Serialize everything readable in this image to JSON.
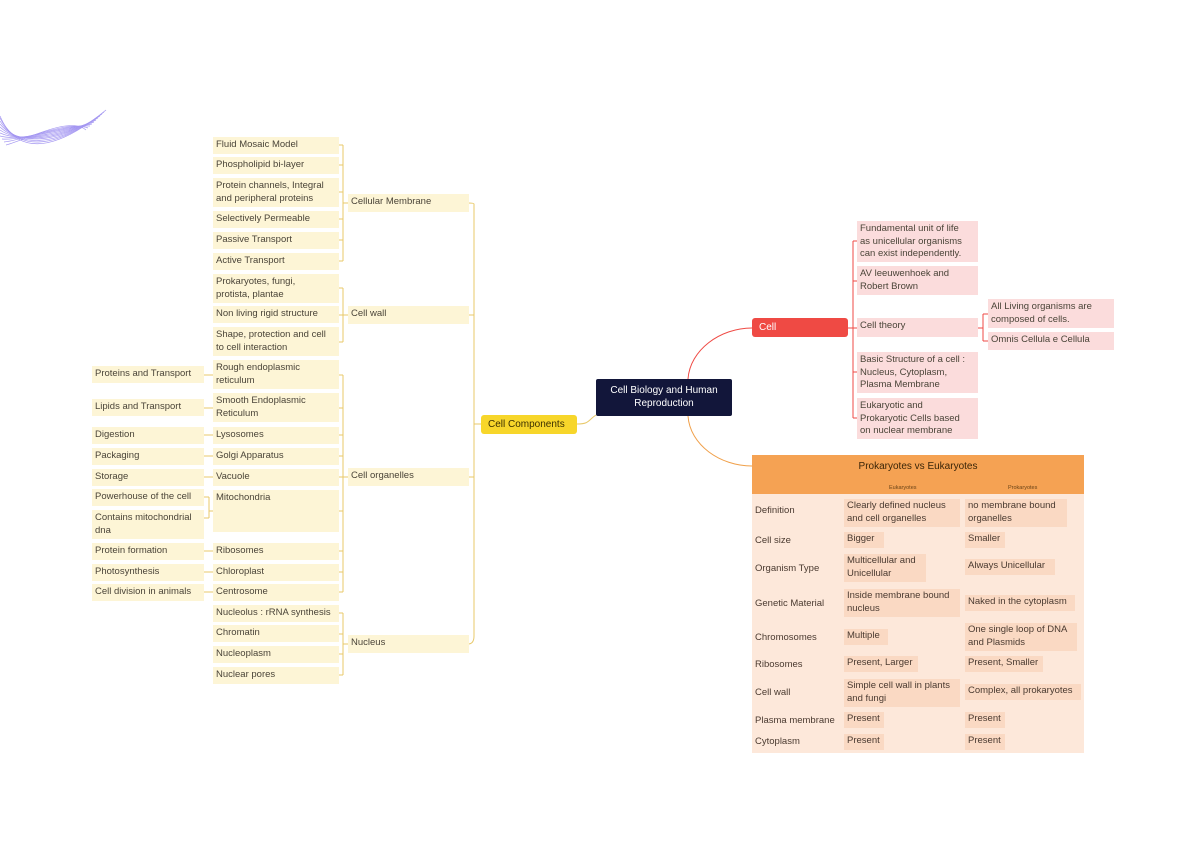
{
  "root": "Cell Biology and Human\nReproduction",
  "cell_components": {
    "label": "Cell Components",
    "groups": [
      {
        "label": "Cellular Membrane",
        "items": [
          "Fluid Mosaic Model",
          "Phospholipid bi-layer",
          "Protein channels, Integral\nand peripheral proteins",
          "Selectively Permeable",
          "Passive Transport",
          "Active Transport"
        ]
      },
      {
        "label": "Cell wall",
        "items": [
          "Prokaryotes, fungi,\nprotista, plantae",
          "Non living rigid structure",
          "Shape, protection and cell\nto cell interaction"
        ]
      },
      {
        "label": "Cell organelles",
        "items": [
          "Rough endoplasmic\nreticulum",
          "Smooth Endoplasmic\nReticulum",
          "Lysosomes",
          "Golgi Apparatus",
          "Vacuole",
          "Mitochondria",
          "Ribosomes",
          "Chloroplast",
          "Centrosome"
        ]
      },
      {
        "label": "Nucleus",
        "items": [
          "Nucleolus : rRNA synthesis",
          "Chromatin",
          "Nucleoplasm",
          "Nuclear pores"
        ]
      }
    ],
    "functions": [
      "Proteins and Transport",
      "Lipids and Transport",
      "Digestion",
      "Packaging",
      "Storage",
      "Powerhouse of the cell",
      "Contains mitochondrial\ndna",
      "Protein formation",
      "Photosynthesis",
      "Cell division in animals"
    ]
  },
  "cell": {
    "label": "Cell",
    "items": [
      "Fundamental unit of life\nas unicellular organisms\ncan exist independently.",
      "AV leeuwenhoek and\nRobert Brown",
      "Cell theory",
      "Basic Structure of a cell :\nNucleus, Cytoplasm,\nPlasma Membrane",
      "Eukaryotic and\nProkaryotic Cells based\non nuclear membrane"
    ],
    "cell_theory": [
      "All Living organisms are\ncomposed of cells.",
      "Omnis Cellula e Cellula"
    ]
  },
  "table": {
    "title": "Prokaryotes vs Eukaryotes",
    "col_headers": [
      "Eukaryotes",
      "Prokaryotes"
    ],
    "rows": [
      {
        "label": "Definition",
        "euk": "Clearly defined nucleus\nand cell organelles",
        "pro": "no membrane bound\norganelles"
      },
      {
        "label": "Cell size",
        "euk": "Bigger",
        "pro": "Smaller"
      },
      {
        "label": "Organism Type",
        "euk": "Multicellular and\nUnicellular",
        "pro": "Always Unicellular"
      },
      {
        "label": "Genetic Material",
        "euk": "Inside membrane bound\nnucleus",
        "pro": "Naked in the cytoplasm"
      },
      {
        "label": "Chromosomes",
        "euk": "Multiple",
        "pro": "One single loop of DNA\nand Plasmids"
      },
      {
        "label": "Ribosomes",
        "euk": "Present, Larger",
        "pro": "Present, Smaller"
      },
      {
        "label": "Cell wall",
        "euk": "Simple cell wall in plants\nand fungi",
        "pro": "Complex, all prokaryotes"
      },
      {
        "label": "Plasma membrane",
        "euk": "Present",
        "pro": "Present"
      },
      {
        "label": "Cytoplasm",
        "euk": "Present",
        "pro": "Present"
      }
    ]
  },
  "colors": {
    "root": "#12163a",
    "cell_components": "#f7d62a",
    "cell": "#ef4a44",
    "table_header": "#f5a253",
    "yellow_node": "#fdf5d6",
    "pink_node": "#fbdcdc",
    "decoration": "#9b8cf0"
  }
}
